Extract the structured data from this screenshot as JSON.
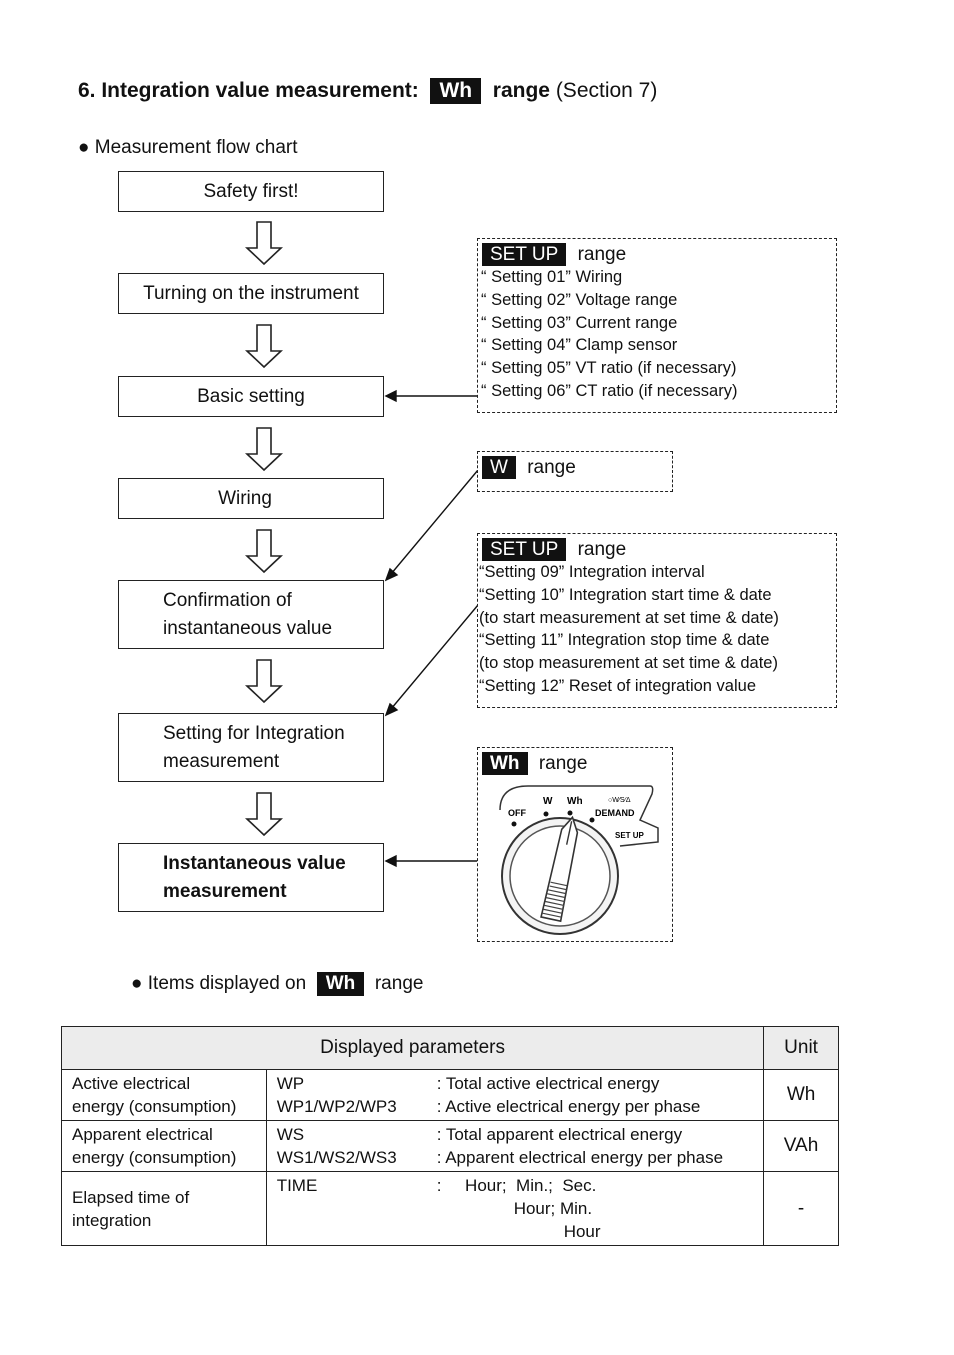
{
  "header": {
    "title_prefix": "6. Integration value measurement:",
    "title_tag": "Wh",
    "title_range": "range",
    "title_section": "(Section 7)"
  },
  "flowchart": {
    "heading": "● Measurement flow chart",
    "steps": [
      {
        "line1": "Safety first!"
      },
      {
        "line1": "Turning on the instrument"
      },
      {
        "line1": "Basic setting"
      },
      {
        "line1": "Wiring"
      },
      {
        "line1": "Confirmation of",
        "line2": "instantaneous value"
      },
      {
        "line1": "Setting for Integration",
        "line2": "measurement"
      },
      {
        "line1": "Instantaneous value",
        "line2": "measurement"
      }
    ],
    "setup_box_1": {
      "tag": "SET UP",
      "range": "range",
      "lines": [
        "“ Setting 01” Wiring",
        "“ Setting 02” Voltage range",
        "“ Setting 03” Current range",
        "“ Setting 04” Clamp sensor",
        "“ Setting 05” VT ratio (if necessary)",
        "“ Setting 06” CT ratio (if necessary)"
      ]
    },
    "w_box": {
      "tag": "W",
      "range": "range"
    },
    "setup_box_2": {
      "tag": "SET UP",
      "range": "range",
      "lines": [
        "“Setting 09” Integration interval",
        "“Setting 10” Integration start time & date",
        "(to start measurement at set time & date)",
        "“Setting 11” Integration stop time & date",
        "(to stop measurement at set time & date)",
        "“Setting 12” Reset of integration value"
      ]
    },
    "wh_box": {
      "tag": "Wh",
      "range": "range",
      "dial_labels": {
        "off": "OFF",
        "w": "W",
        "wh": "Wh",
        "wss": "○W⁄S⁄Δ",
        "demand": "DEMAND",
        "setup": "SET UP"
      }
    }
  },
  "items_heading": {
    "prefix": "● Items displayed on",
    "tag": "Wh",
    "suffix": "range"
  },
  "table": {
    "header_params": "Displayed parameters",
    "header_unit": "Unit",
    "rows": [
      {
        "label1": "Active electrical",
        "label2": "energy (consumption)",
        "sym1": "WP",
        "desc1": ": Total active electrical energy",
        "sym2": "WP1/WP2/WP3",
        "desc2": ": Active electrical energy per phase",
        "unit": "Wh"
      },
      {
        "label1": "Apparent electrical",
        "label2": "energy (consumption)",
        "sym1": "WS",
        "desc1": ": Total apparent electrical energy",
        "sym2": "WS1/WS2/WS3",
        "desc2": ": Apparent electrical energy per phase",
        "unit": "VAh"
      },
      {
        "label1": "Elapsed time of",
        "label2": "integration",
        "sym1": "TIME",
        "t1": ":     Hour;  Min.;  Sec.",
        "t2": "Hour;  Min.",
        "t3": "Hour",
        "unit": "-"
      }
    ]
  }
}
